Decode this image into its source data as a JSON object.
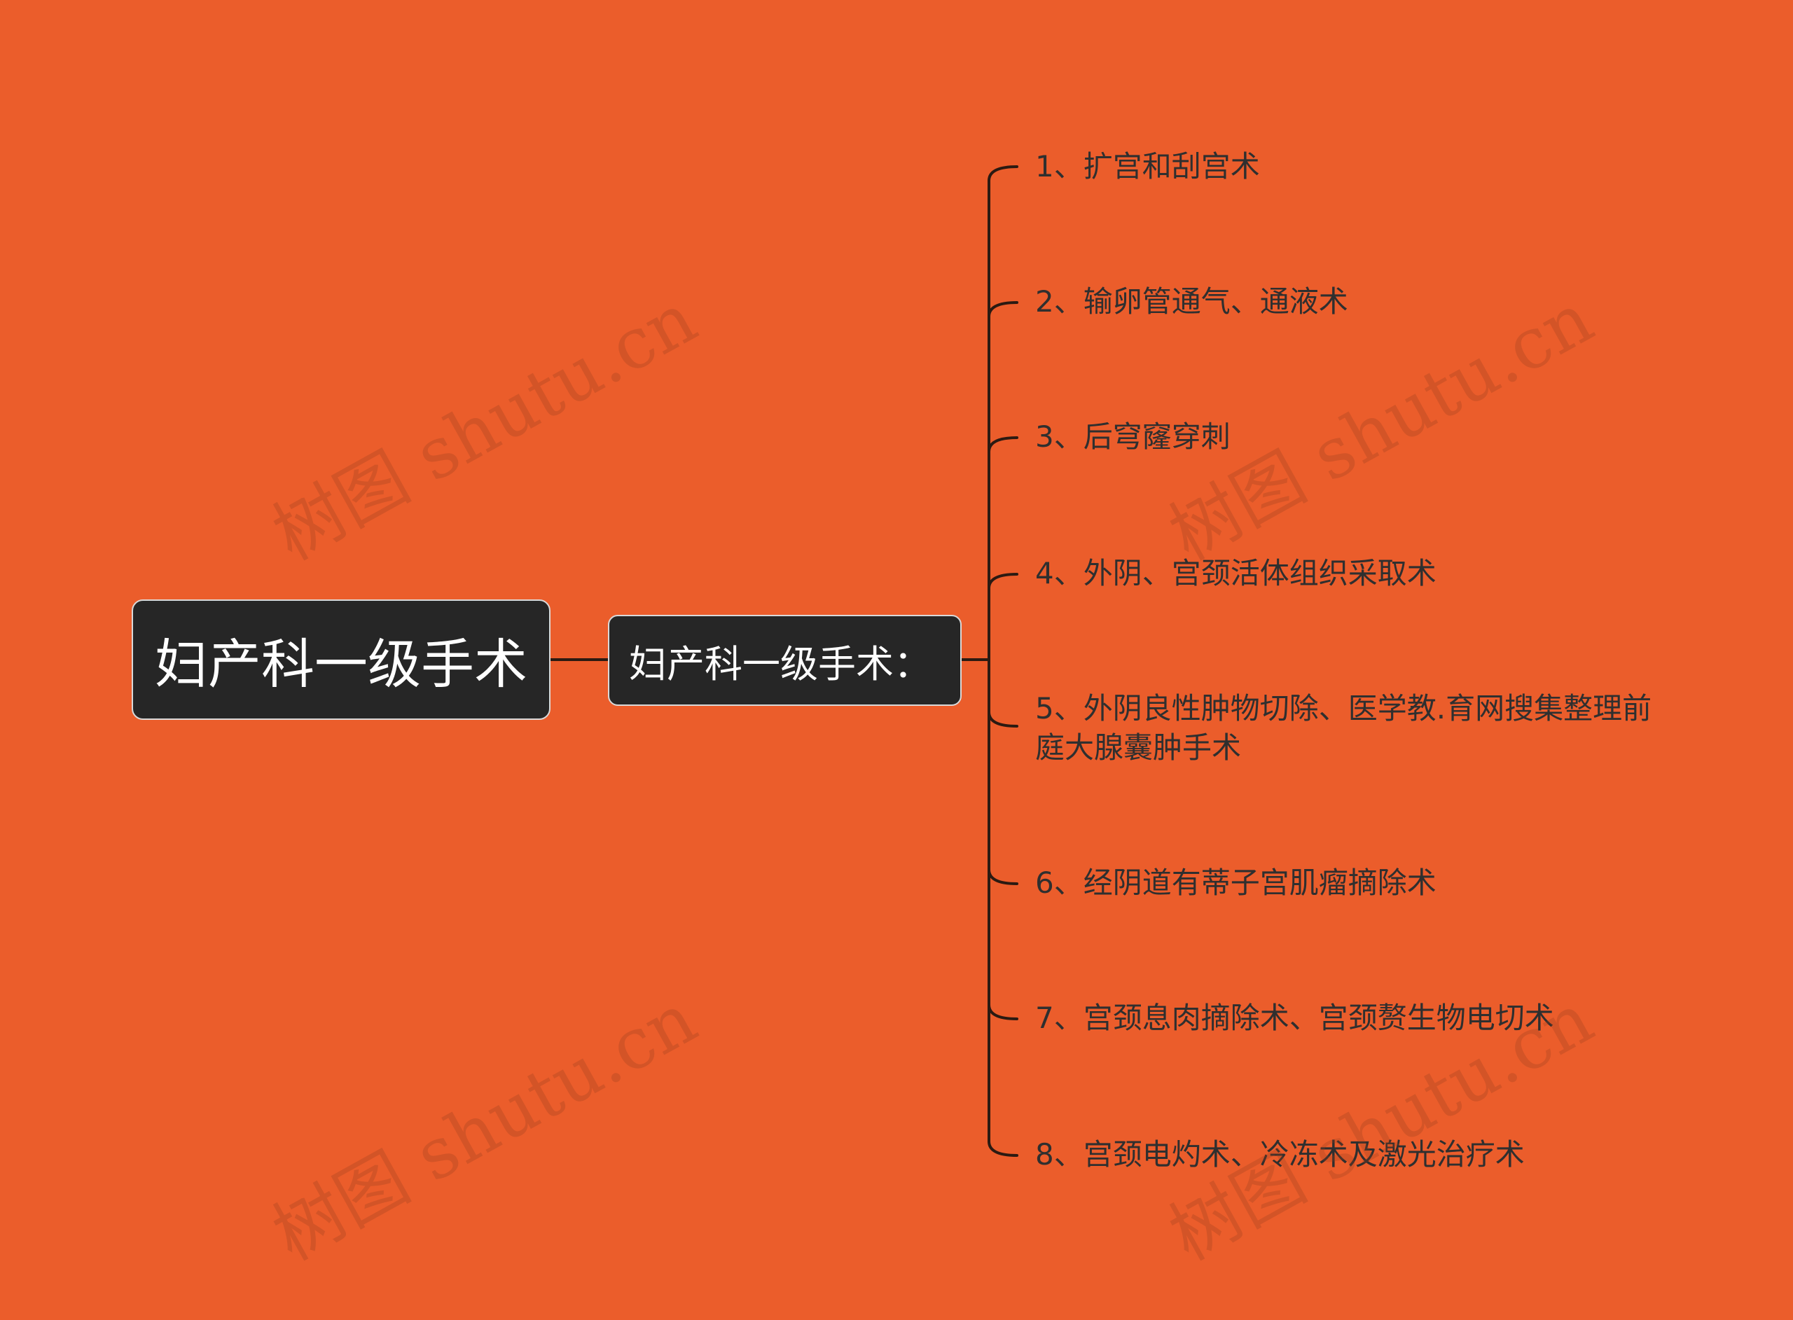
{
  "root": {
    "label": "妇产科一级手术"
  },
  "branch": {
    "label": "妇产科一级手术："
  },
  "items": [
    {
      "label": "1、扩宫和刮宫术"
    },
    {
      "label": "2、输卵管通气、通液术"
    },
    {
      "label": "3、后穹窿穿刺"
    },
    {
      "label": "4、外阴、宫颈活体组织采取术"
    },
    {
      "label": "5、外阴良性肿物切除、医学教.育网搜集整理前庭大腺囊肿手术"
    },
    {
      "label": "6、经阴道有蒂子宫肌瘤摘除术"
    },
    {
      "label": "7、宫颈息肉摘除术、宫颈赘生物电切术"
    },
    {
      "label": "8、宫颈电灼术、冷冻术及激光治疗术"
    }
  ],
  "watermark": {
    "text": "树图 shutu.cn"
  },
  "colors": {
    "background": "#EB5D2B",
    "node_fill": "#262626",
    "connector": "#2b1a12",
    "leaf_text": "#2f2f2f"
  }
}
